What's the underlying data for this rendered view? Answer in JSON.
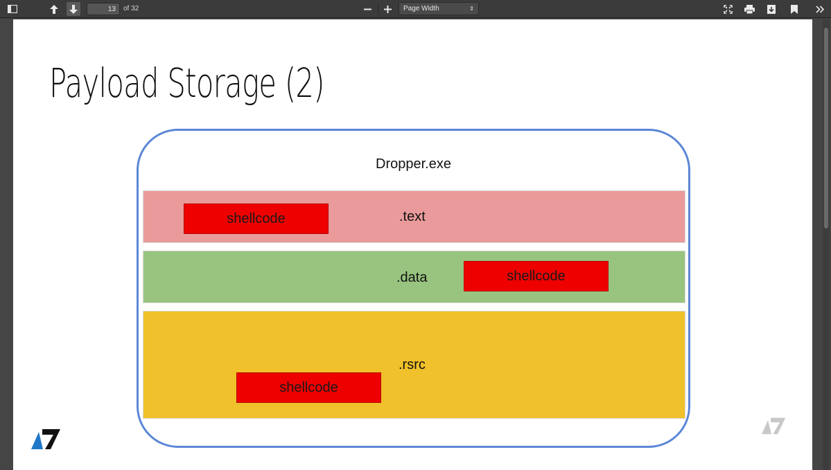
{
  "toolbar": {
    "page_current": "13",
    "page_total_label": "of 32",
    "zoom_value": "Page Width",
    "zoom_arrows": "⇕"
  },
  "slide": {
    "title": "Payload Storage (2)"
  },
  "diagram": {
    "title": "Dropper.exe",
    "border_color": "#5b87d6",
    "sections": [
      {
        "label": ".text",
        "color": "#ea9a9a",
        "shellcode_label": "shellcode"
      },
      {
        "label": ".data",
        "color": "#98c47f",
        "shellcode_label": "shellcode"
      },
      {
        "label": ".rsrc",
        "color": "#f0c12a",
        "shellcode_label": "shellcode"
      }
    ],
    "shellcode_color": "#ee0000"
  },
  "colors": {
    "logo_blue": "#1f77c8",
    "logo_dark": "#111111",
    "logo_watermark": "#c8c8c8"
  }
}
